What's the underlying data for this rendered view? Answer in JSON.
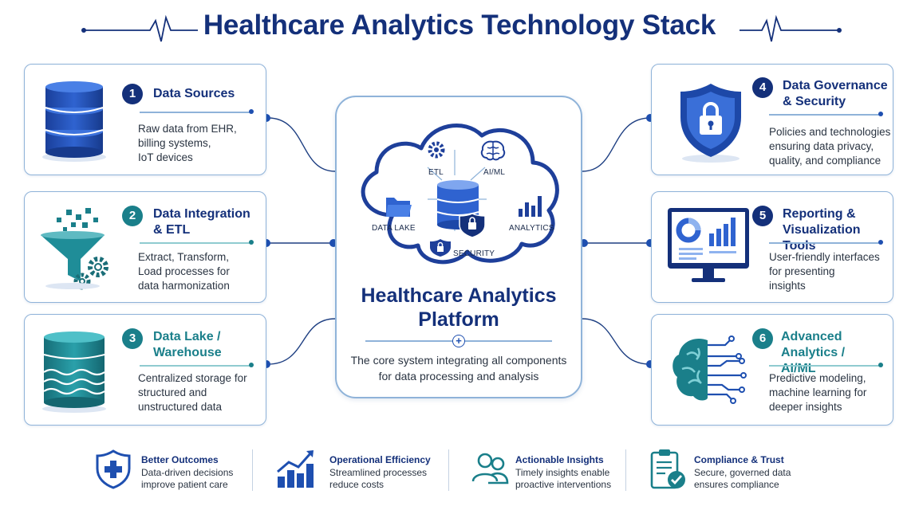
{
  "header": {
    "title": "Healthcare Analytics Technology Stack"
  },
  "center": {
    "title_line1": "Healthcare Analytics",
    "title_line2": "Platform",
    "description_line1": "The core system integrating all components",
    "description_line2": "for data processing and analysis",
    "cloud": {
      "etl": "ETL",
      "aiml": "AI/ML",
      "data_lake": "DATA LAKE",
      "analytics": "ANALYTICS",
      "security": "SECURITY"
    }
  },
  "cards": [
    {
      "number": "1",
      "title_line1": "Data Sources",
      "title_line2": "",
      "desc": [
        "Raw data from EHR,",
        "billing systems,",
        "IoT devices"
      ]
    },
    {
      "number": "2",
      "title_line1": "Data Integration",
      "title_line2": "& ETL",
      "desc": [
        "Extract, Transform,",
        "Load processes for",
        "data harmonization"
      ]
    },
    {
      "number": "3",
      "title_line1": "Data Lake /",
      "title_line2": "Warehouse",
      "desc": [
        "Centralized storage for",
        "structured and",
        "unstructured data"
      ]
    },
    {
      "number": "4",
      "title_line1": "Data Governance",
      "title_line2": "& Security",
      "desc": [
        "Policies and technologies",
        "ensuring data privacy,",
        "quality, and compliance"
      ]
    },
    {
      "number": "5",
      "title_line1": "Reporting &",
      "title_line2": "Visualization Tools",
      "desc": [
        "User-friendly interfaces",
        "for presenting",
        "insights"
      ]
    },
    {
      "number": "6",
      "title_line1": "Advanced Analytics /",
      "title_line2": "AI/ML",
      "desc": [
        "Predictive modeling,",
        "machine learning for",
        "deeper insights"
      ]
    }
  ],
  "benefits": [
    {
      "title": "Better Outcomes",
      "desc1": "Data-driven decisions",
      "desc2": "improve patient care"
    },
    {
      "title": "Operational Efficiency",
      "desc1": "Streamlined processes",
      "desc2": "reduce costs"
    },
    {
      "title": "Actionable Insights",
      "desc1": "Timely insights enable",
      "desc2": "proactive interventions"
    },
    {
      "title": "Compliance & Trust",
      "desc1": "Secure, governed data",
      "desc2": "ensures compliance"
    }
  ],
  "colors": {
    "navy": "#14307a",
    "blue": "#1e4fb0",
    "teal": "#1a7f8a",
    "border": "#8fb3d9"
  }
}
